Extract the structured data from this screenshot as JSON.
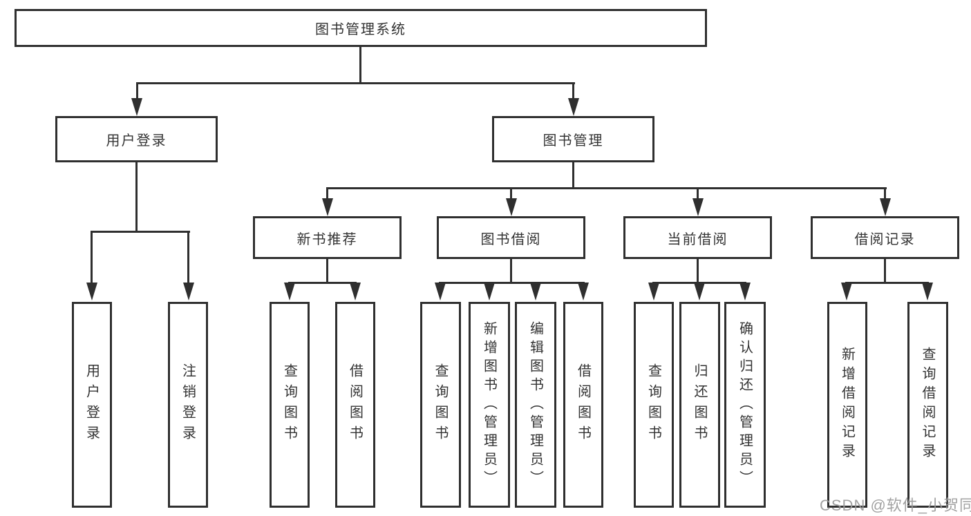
{
  "diagram": {
    "root": {
      "label": "图书管理系统"
    },
    "branches": [
      {
        "label": "用户登录",
        "children": [
          {
            "label": "用户登录"
          },
          {
            "label": "注销登录"
          }
        ]
      },
      {
        "label": "图书管理",
        "children": [
          {
            "label": "新书推荐",
            "children": [
              {
                "label": "查询图书"
              },
              {
                "label": "借阅图书"
              }
            ]
          },
          {
            "label": "图书借阅",
            "children": [
              {
                "label": "查询图书"
              },
              {
                "label": "新增图书（管理员）"
              },
              {
                "label": "编辑图书（管理员）"
              },
              {
                "label": "借阅图书"
              }
            ]
          },
          {
            "label": "当前借阅",
            "children": [
              {
                "label": "查询图书"
              },
              {
                "label": "归还图书"
              },
              {
                "label": "确认归还（管理员）"
              }
            ]
          },
          {
            "label": "借阅记录",
            "children": [
              {
                "label": "新增借阅记录"
              },
              {
                "label": "查询借阅记录"
              }
            ]
          }
        ]
      }
    ],
    "watermark": {
      "text": "CSDN @软件_小贺同学"
    },
    "colors": {
      "line": "#2f2f2f",
      "text": "#333333",
      "background": "#ffffff",
      "watermark": "#9a9a9a"
    }
  }
}
